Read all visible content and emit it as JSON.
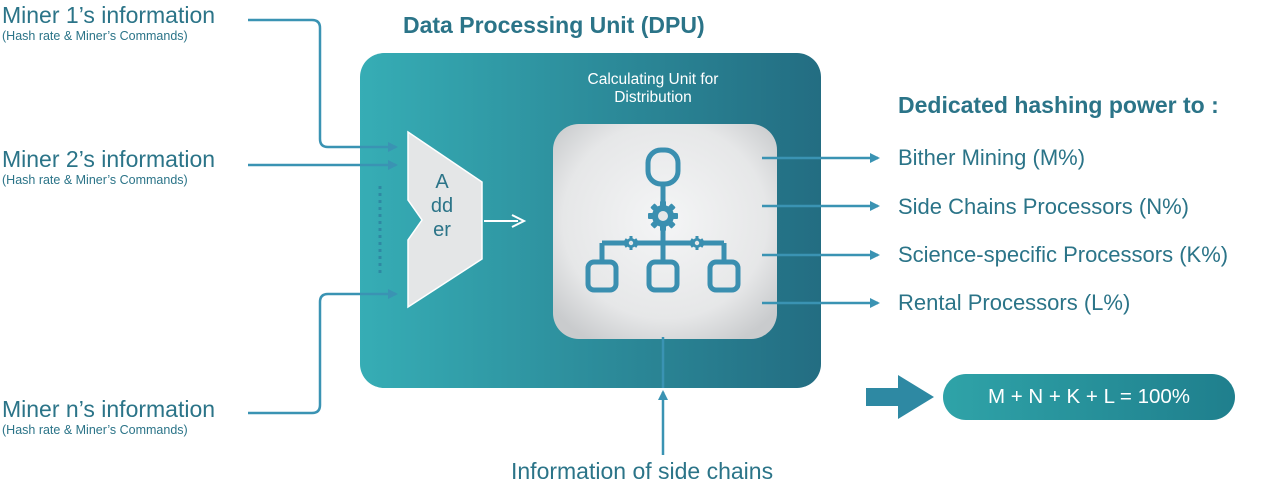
{
  "miners": [
    {
      "title": "Miner 1’s information",
      "subtitle": "(Hash rate & Miner’s Commands)"
    },
    {
      "title": "Miner 2’s information",
      "subtitle": "(Hash rate & Miner’s Commands)"
    },
    {
      "title": "Miner n’s information",
      "subtitle": "(Hash rate & Miner’s Commands)"
    }
  ],
  "dpu": {
    "title": "Data Processing Unit (DPU)",
    "calculating_unit_label": "Calculating Unit for Distribution",
    "adder_label": "Adder"
  },
  "dedicated": {
    "heading": "Dedicated hashing power to :",
    "outputs": [
      "Bither Mining (M%)",
      "Side Chains Processors (N%)",
      "Science-specific Processors (K%)",
      "Rental Processors (L%)"
    ]
  },
  "formula": "M + N + K + L = 100%",
  "side_chains_info": "Information of side chains",
  "colors": {
    "primary_text": "#2b7488",
    "dpu_gradient_start": "#36adb5",
    "dpu_gradient_end": "#236d82",
    "arrow": "#3a93b3",
    "calc_unit_fill": "#e6e7e8",
    "icon": "#3a8fb0"
  }
}
